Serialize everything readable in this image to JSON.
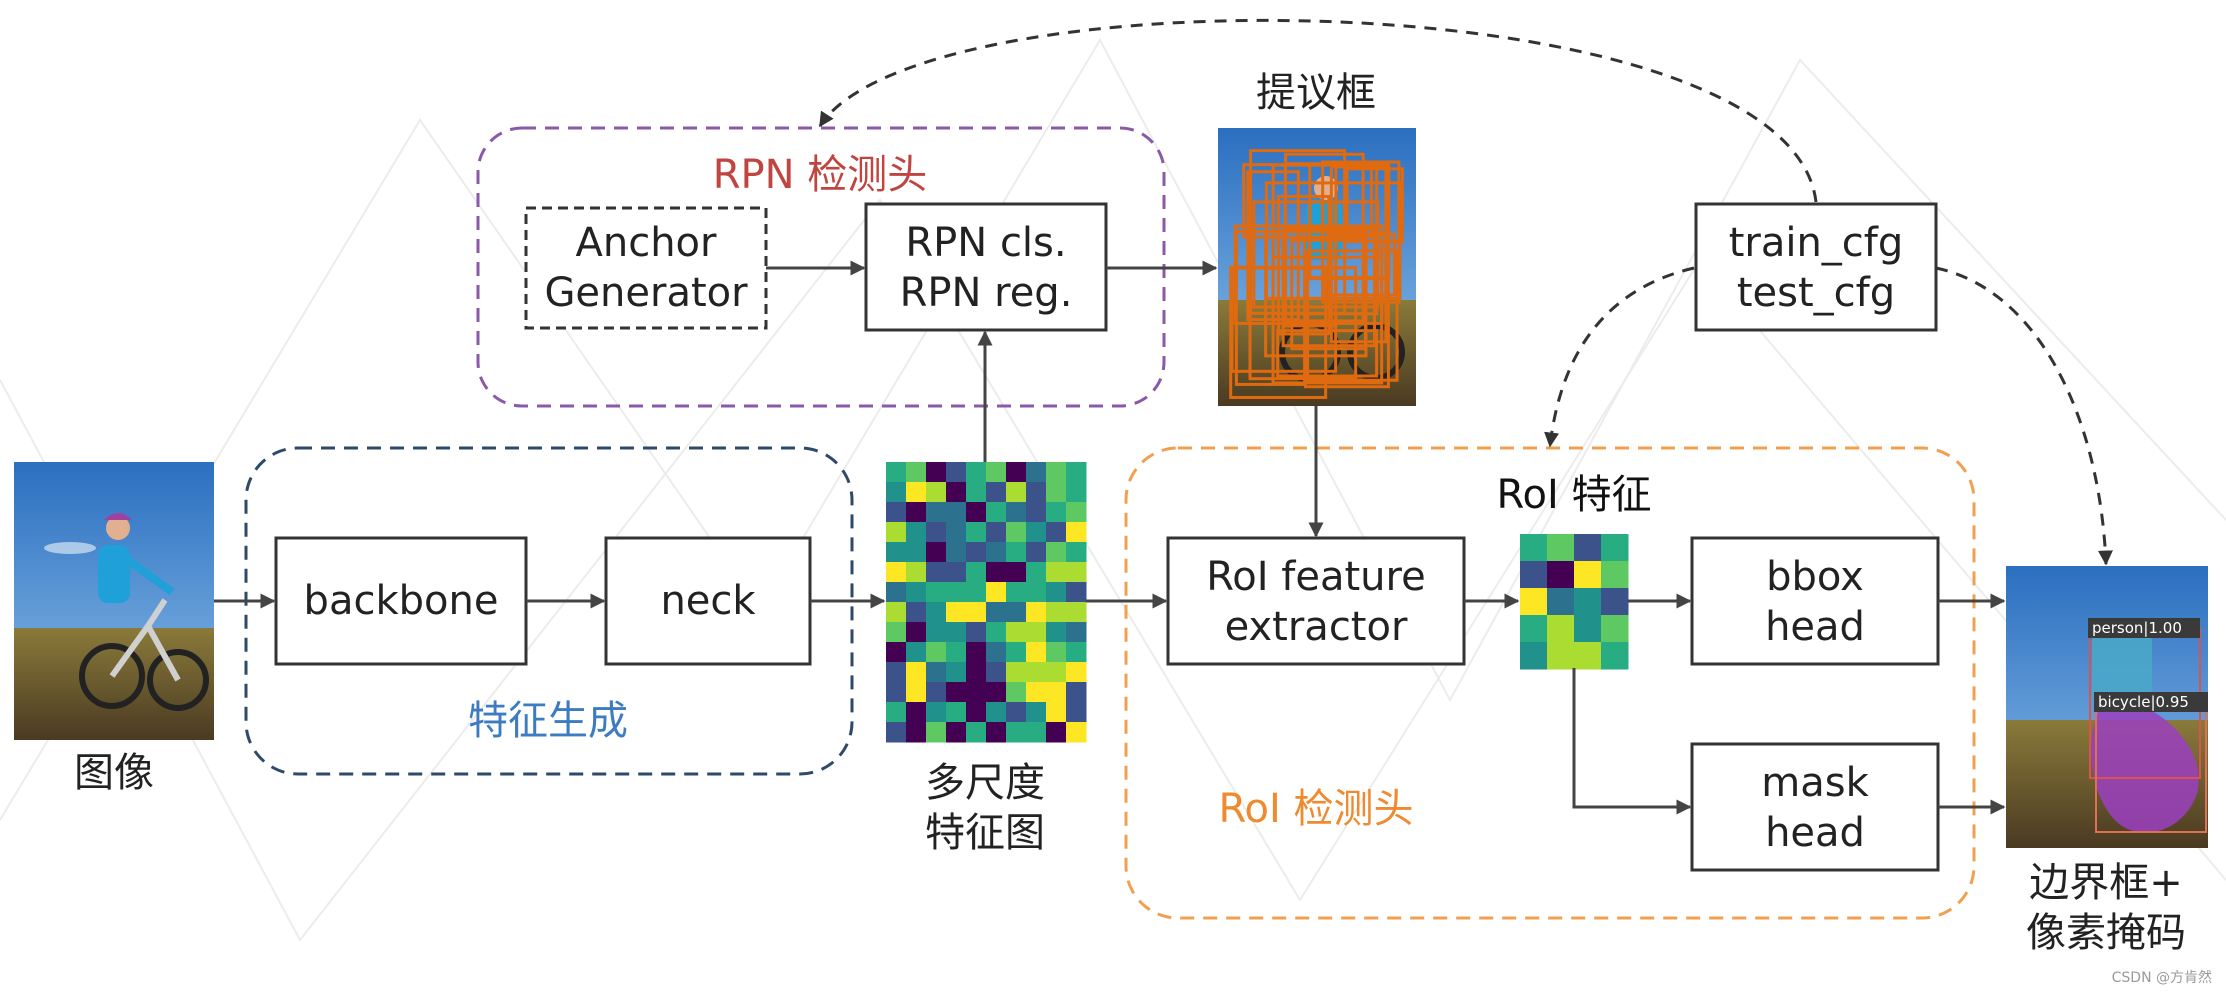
{
  "colors": {
    "rpn_group": "#8a5aa8",
    "rpn_title": "#c0443f",
    "feature_group": "#2e4a6a",
    "feature_title": "#3d7cc0",
    "roi_group": "#f0a050",
    "roi_title": "#ef8a2f",
    "box_stroke": "#333333",
    "proposal_stroke": "#e06a10",
    "det_person": "#d9534f",
    "det_bicycle": "#e07050",
    "mask_purple": "#9b3fc0"
  },
  "groups": {
    "rpn_title": "RPN 检测头",
    "feature_title": "特征生成",
    "roi_title": "RoI 检测头"
  },
  "nodes": {
    "anchor_line1": "Anchor",
    "anchor_line2": "Generator",
    "rpn_line1": "RPN cls.",
    "rpn_line2": "RPN reg.",
    "backbone": "backbone",
    "neck": "neck",
    "roi_extractor_line1": "RoI feature",
    "roi_extractor_line2": "extractor",
    "bbox_line1": "bbox",
    "bbox_line2": "head",
    "mask_line1": "mask",
    "mask_line2": "head",
    "cfg_line1": "train_cfg",
    "cfg_line2": "test_cfg"
  },
  "captions": {
    "input_image": "图像",
    "proposals": "提议框",
    "multiscale_line1": "多尺度",
    "multiscale_line2": "特征图",
    "roi_feature": "RoI 特征",
    "output_line1": "边界框+",
    "output_line2": "像素掩码"
  },
  "detections": {
    "person": "person|1.00",
    "bicycle": "bicycle|0.95"
  },
  "watermark": "CSDN @方肯然"
}
